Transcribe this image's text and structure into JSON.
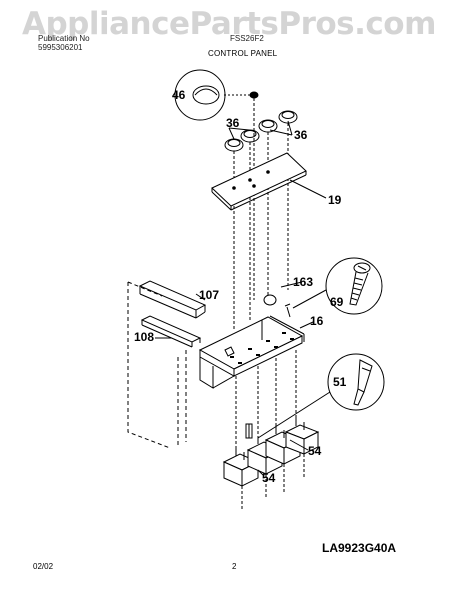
{
  "watermark": "AppliancePartsPros.com",
  "header": {
    "left_line1": "Publication No",
    "left_line2": "5995306201",
    "right_line1": "FSS26F2",
    "section_title": "CONTROL PANEL"
  },
  "parts": {
    "p46": "46",
    "p36a": "36",
    "p36b": "36",
    "p19": "19",
    "p163": "163",
    "p69": "69",
    "p107": "107",
    "p16": "16",
    "p108": "108",
    "p51": "51",
    "p54a": "54",
    "p54b": "54"
  },
  "footer": {
    "date": "02/02",
    "page": "2",
    "diagram_code": "LA9923G40A"
  }
}
